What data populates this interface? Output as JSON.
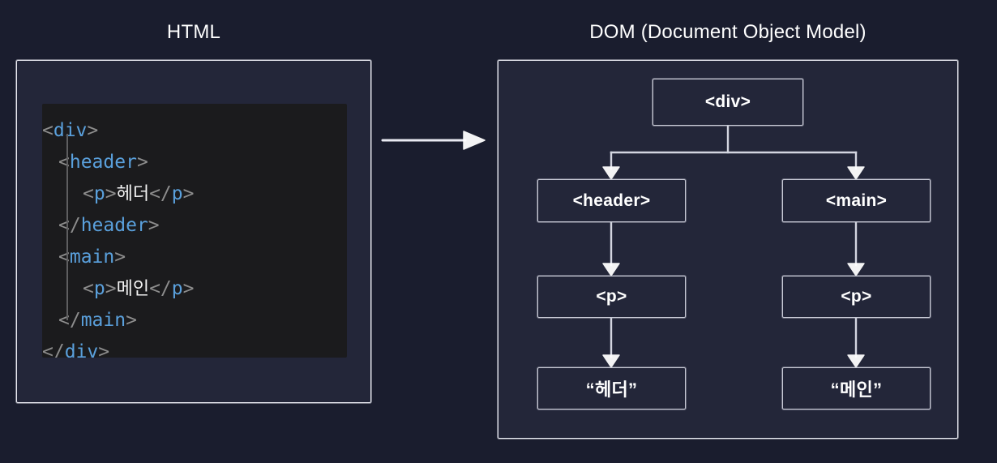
{
  "page": {
    "background_color": "#1a1d2e",
    "accent_tag_color": "#5aa0dc",
    "punctuation_color": "#8d8d8d",
    "stroke_color": "#e9eaf2"
  },
  "html_panel": {
    "title": "HTML",
    "code_background": "#1b1b1d",
    "lines": [
      {
        "indent": 0,
        "parts": [
          {
            "text": "<",
            "kind": "pun"
          },
          {
            "text": "div",
            "kind": "tag"
          },
          {
            "text": ">",
            "kind": "pun"
          }
        ]
      },
      {
        "indent": 1,
        "parts": [
          {
            "text": "<",
            "kind": "pun"
          },
          {
            "text": "header",
            "kind": "tag"
          },
          {
            "text": ">",
            "kind": "pun"
          }
        ]
      },
      {
        "indent": 2,
        "parts": [
          {
            "text": "<",
            "kind": "pun"
          },
          {
            "text": "p",
            "kind": "tag"
          },
          {
            "text": ">",
            "kind": "pun"
          },
          {
            "text": "헤더",
            "kind": "txt"
          },
          {
            "text": "</",
            "kind": "pun"
          },
          {
            "text": "p",
            "kind": "tag"
          },
          {
            "text": ">",
            "kind": "pun"
          }
        ]
      },
      {
        "indent": 1,
        "parts": [
          {
            "text": "</",
            "kind": "pun"
          },
          {
            "text": "header",
            "kind": "tag"
          },
          {
            "text": ">",
            "kind": "pun"
          }
        ]
      },
      {
        "indent": 1,
        "parts": [
          {
            "text": "<",
            "kind": "pun"
          },
          {
            "text": "main",
            "kind": "tag"
          },
          {
            "text": ">",
            "kind": "pun"
          }
        ]
      },
      {
        "indent": 2,
        "parts": [
          {
            "text": "<",
            "kind": "pun"
          },
          {
            "text": "p",
            "kind": "tag"
          },
          {
            "text": ">",
            "kind": "pun"
          },
          {
            "text": "메인",
            "kind": "txt"
          },
          {
            "text": "</",
            "kind": "pun"
          },
          {
            "text": "p",
            "kind": "tag"
          },
          {
            "text": ">",
            "kind": "pun"
          }
        ]
      },
      {
        "indent": 1,
        "parts": [
          {
            "text": "</",
            "kind": "pun"
          },
          {
            "text": "main",
            "kind": "tag"
          },
          {
            "text": ">",
            "kind": "pun"
          }
        ]
      },
      {
        "indent": 0,
        "parts": [
          {
            "text": "</",
            "kind": "pun"
          },
          {
            "text": "div",
            "kind": "tag"
          },
          {
            "text": ">",
            "kind": "pun"
          }
        ]
      }
    ]
  },
  "flow_arrow": {
    "direction": "right",
    "label": ""
  },
  "dom_panel": {
    "title": "DOM (Document Object Model)",
    "nodes": {
      "root": "<div>",
      "header": "<header>",
      "main": "<main>",
      "p_left": "<p>",
      "p_right": "<p>",
      "text_left": "“헤더”",
      "text_right": "“메인”"
    }
  }
}
